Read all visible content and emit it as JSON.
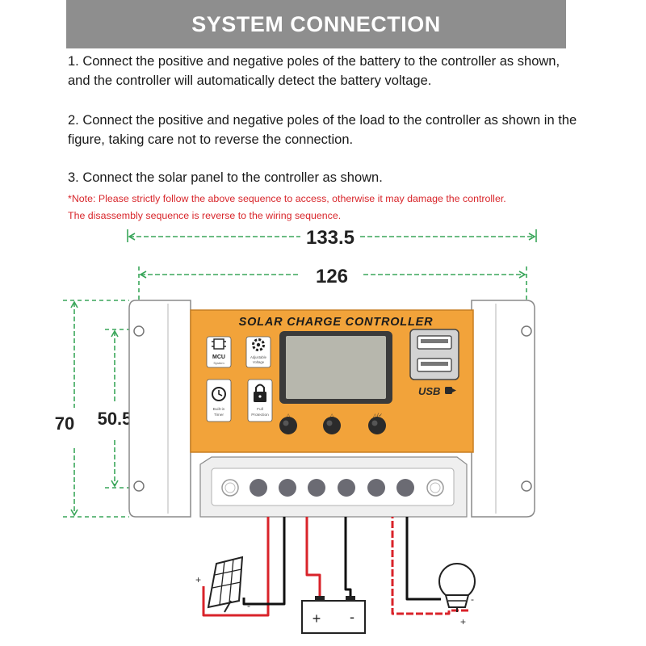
{
  "header": {
    "title": "SYSTEM CONNECTION"
  },
  "instructions": {
    "step1": "1. Connect the positive and negative poles of the battery to the controller as shown, and the controller will automatically detect the battery voltage.",
    "step2": "2. Connect the positive and negative poles of the load to the controller as shown in the figure, taking care not to reverse the connection.",
    "step3": "3. Connect the solar panel to the controller as shown.",
    "note_line1": "*Note: Please strictly follow the above sequence to access, otherwise it may damage the controller.",
    "note_line2": "The disassembly sequence is reverse to the wiring sequence."
  },
  "dimensions": {
    "outer_width": "133.5",
    "hole_spacing": "126",
    "outer_height": "70",
    "hole_height": "50.5"
  },
  "controller": {
    "title": "SOLAR CHARGE CONTROLLER",
    "usb_label": "USB",
    "features": [
      {
        "icon": "chip-icon",
        "label": "MCU",
        "sublabel": "System"
      },
      {
        "icon": "gear-icon",
        "label": "Adjustable",
        "sublabel": "Voltage"
      },
      {
        "icon": "clock-icon",
        "label": "Built-in",
        "sublabel": "Timer"
      },
      {
        "icon": "lock-icon",
        "label": "Full",
        "sublabel": "Protection"
      }
    ],
    "button_marks": [
      "△",
      "△",
      "△/✓"
    ]
  },
  "devices": {
    "solar_plus": "+",
    "solar_minus": "-",
    "battery_plus": "+",
    "battery_minus": "-",
    "load_plus": "+",
    "load_minus": "-"
  },
  "colors": {
    "banner": "#8e8e8e",
    "panel_orange": "#f2a33a",
    "note_red": "#d8262b",
    "wire_red": "#d9232a",
    "wire_black": "#111111",
    "dimension_green": "#3aa65a"
  }
}
